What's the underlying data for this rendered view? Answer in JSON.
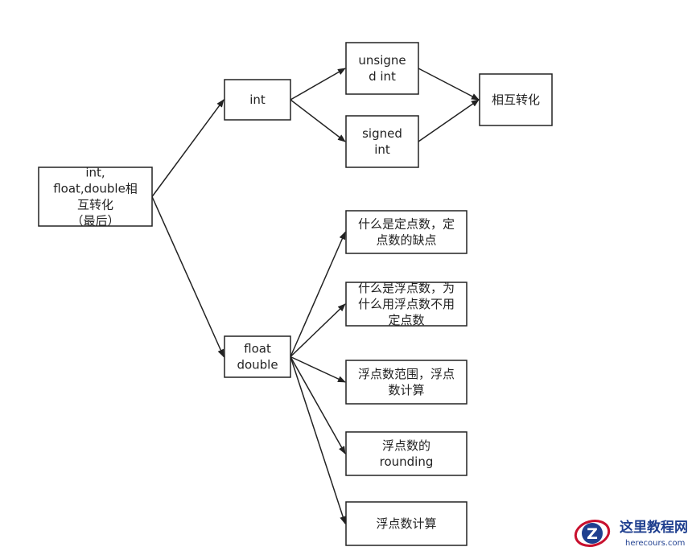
{
  "nodes": [
    {
      "id": "root",
      "lines": [
        "int,",
        "float,double相",
        "互转化",
        "（最后）"
      ]
    },
    {
      "id": "int",
      "lines": [
        "int"
      ]
    },
    {
      "id": "float",
      "lines": [
        "float",
        "double"
      ]
    },
    {
      "id": "unsigned",
      "lines": [
        "unsigne",
        "d int"
      ]
    },
    {
      "id": "signed",
      "lines": [
        "signed",
        "int"
      ]
    },
    {
      "id": "mutual",
      "lines": [
        "相互转化"
      ]
    },
    {
      "id": "fixed",
      "lines": [
        "什么是定点数，定",
        "点数的缺点"
      ]
    },
    {
      "id": "floatpt",
      "lines": [
        "什么是浮点数，为",
        "什么用浮点数不用",
        "定点数"
      ]
    },
    {
      "id": "range",
      "lines": [
        "浮点数范围，浮点",
        "数计算"
      ]
    },
    {
      "id": "rounding",
      "lines": [
        "浮点数的",
        "rounding"
      ]
    },
    {
      "id": "calc",
      "lines": [
        "浮点数计算"
      ]
    }
  ],
  "edges": [
    [
      "root",
      "int"
    ],
    [
      "root",
      "float"
    ],
    [
      "int",
      "unsigned"
    ],
    [
      "int",
      "signed"
    ],
    [
      "unsigned",
      "mutual"
    ],
    [
      "signed",
      "mutual"
    ],
    [
      "float",
      "fixed"
    ],
    [
      "float",
      "floatpt"
    ],
    [
      "float",
      "range"
    ],
    [
      "float",
      "rounding"
    ],
    [
      "float",
      "calc"
    ]
  ],
  "watermark": {
    "main": "这里教程网",
    "sub": "herecours.com",
    "logo_letter": "Z"
  },
  "colors": {
    "stroke": "#222222",
    "watermark": "#1f3f8f",
    "logo_red": "#c8102e"
  }
}
